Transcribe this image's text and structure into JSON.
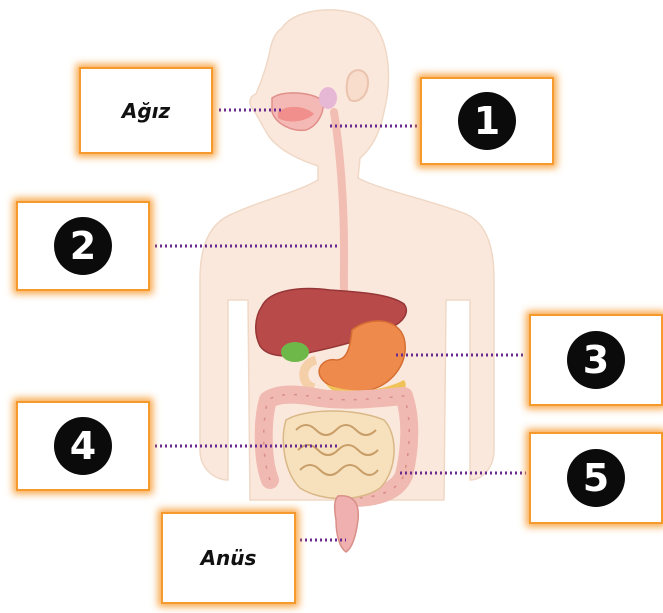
{
  "labels": {
    "mouth": "Ağız",
    "anus": "Anüs",
    "n1": "1",
    "n2": "2",
    "n3": "3",
    "n4": "4",
    "n5": "5"
  },
  "colors": {
    "box_border": "#f79a2e",
    "leader_line": "#6a2a8f",
    "body_fill": "#fbe8dc",
    "badge_fill": "#0b0b0b"
  }
}
